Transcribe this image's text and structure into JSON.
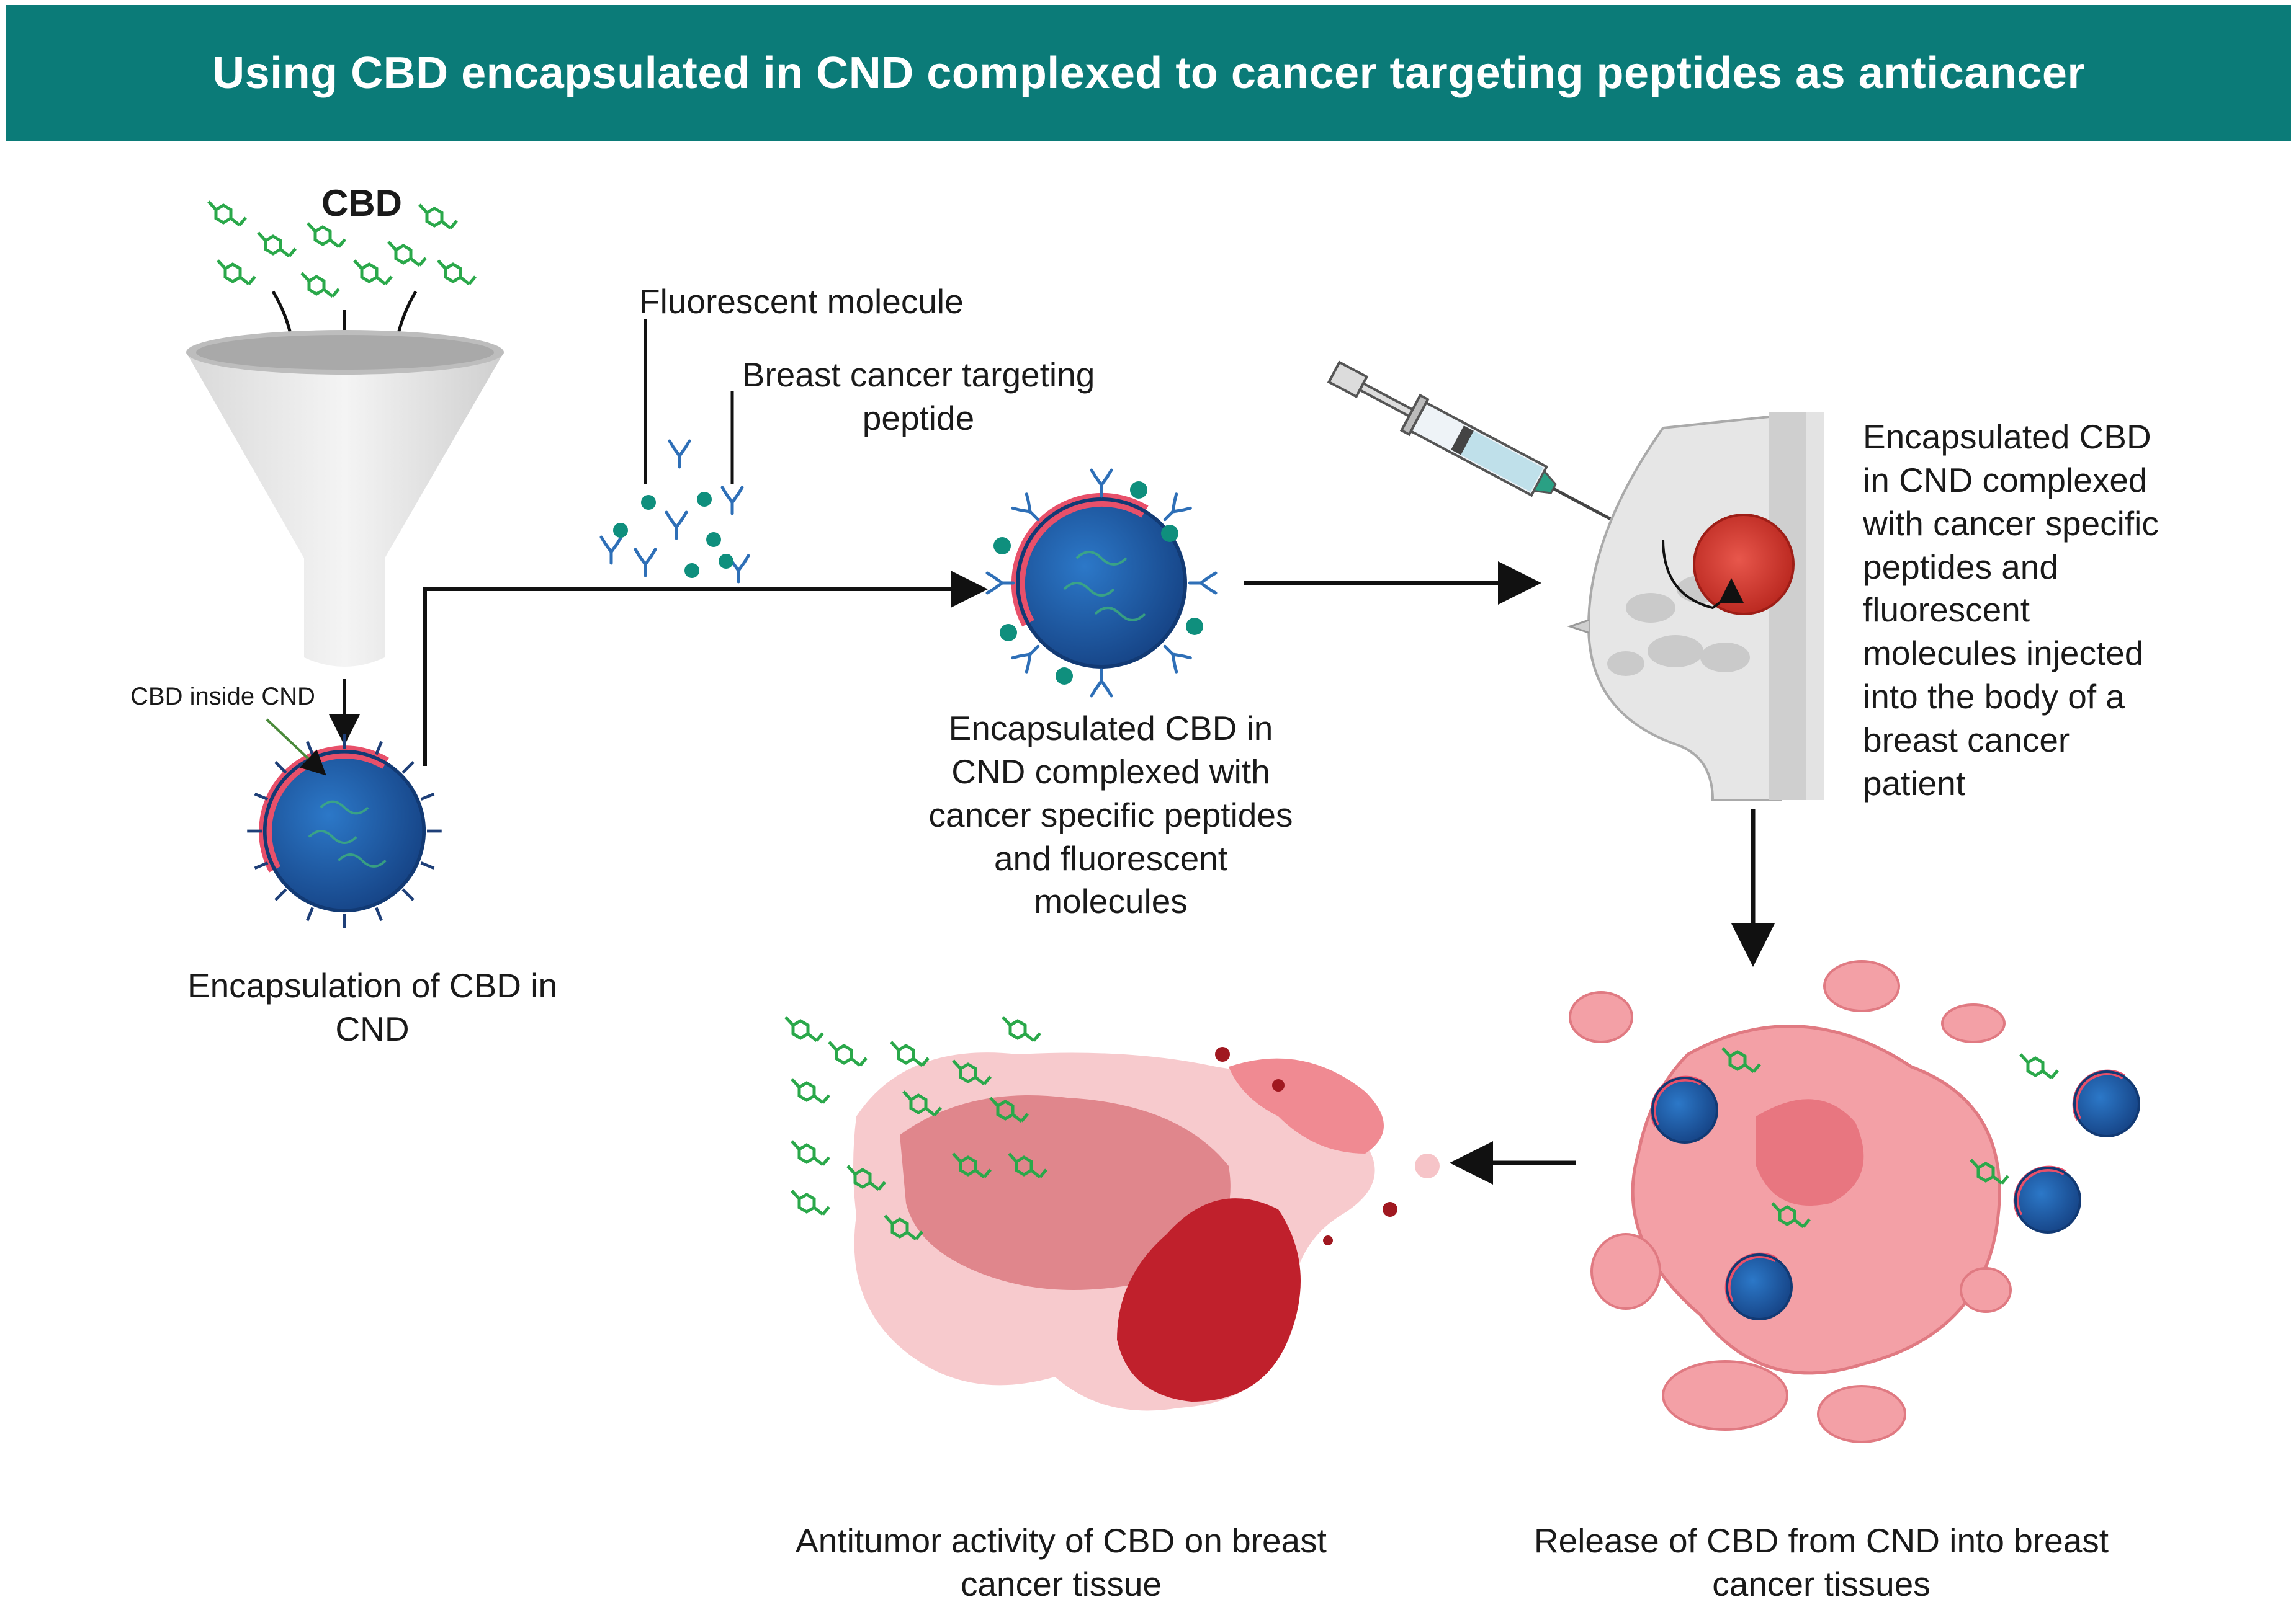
{
  "header": {
    "title": "Using CBD encapsulated in CND complexed to cancer targeting peptides as anticancer"
  },
  "labels": {
    "cbd": "CBD",
    "cbd_inside_cnd": "CBD inside CND",
    "encapsulation": "Encapsulation of CBD in CND",
    "fluorescent_molecule": "Fluorescent molecule",
    "targeting_peptide": "Breast cancer targeting peptide",
    "complexed_nanoparticle": "Encapsulated CBD in CND complexed with cancer specific peptides and fluorescent molecules",
    "injected": "Encapsulated CBD in CND complexed with cancer specific peptides and fluorescent molecules injected into the body of a breast cancer patient",
    "release": "Release of CBD from CND into breast cancer tissues",
    "antitumor": "Antitumor activity of CBD on breast cancer tissue"
  },
  "colors": {
    "header_bg": "#0b7b78",
    "nanoparticle_blue": "#1f5fb0",
    "nanoparticle_shell": "#e8506a",
    "cbd_green": "#2aa84a",
    "fluorescent_teal": "#0f8f7d",
    "peptide_blue": "#2e6fb7",
    "tumor_red": "#d9342b",
    "tissue_pink": "#f3a0a6"
  }
}
